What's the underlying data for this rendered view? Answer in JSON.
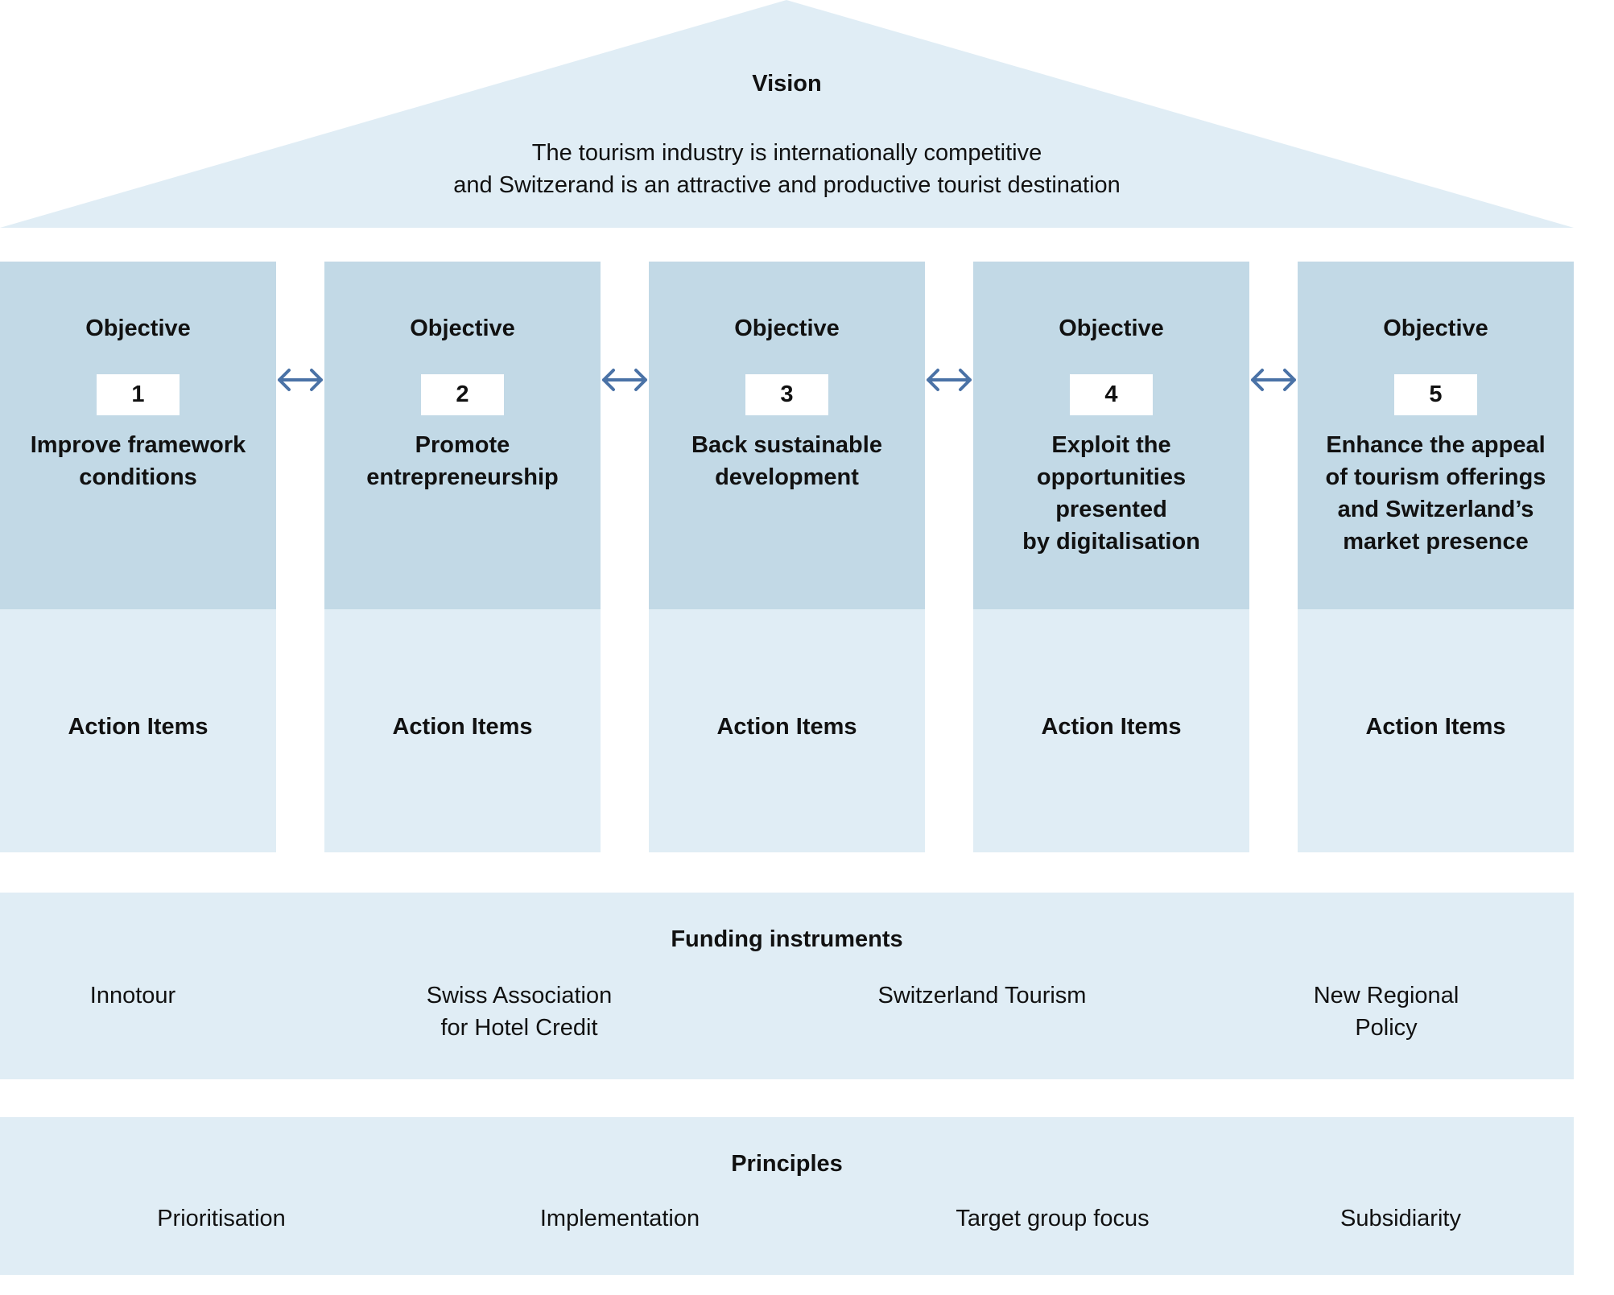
{
  "vision": {
    "title": "Vision",
    "lines": [
      "The tourism industry is internationally competitive",
      "and Switzerand is an attractive and productive tourist destination"
    ]
  },
  "objectives": [
    {
      "label": "Objective",
      "number": "1",
      "lines": [
        "Improve framework",
        "conditions"
      ],
      "action": "Action Items"
    },
    {
      "label": "Objective",
      "number": "2",
      "lines": [
        "Promote",
        "entrepreneurship"
      ],
      "action": "Action Items"
    },
    {
      "label": "Objective",
      "number": "3",
      "lines": [
        "Back sustainable",
        "development"
      ],
      "action": "Action Items"
    },
    {
      "label": "Objective",
      "number": "4",
      "lines": [
        "Exploit the",
        "opportunities",
        "presented",
        "by digitalisation"
      ],
      "action": "Action Items"
    },
    {
      "label": "Objective",
      "number": "5",
      "lines": [
        "Enhance the appeal",
        "of tourism offerings",
        "and Switzerland’s",
        "market presence"
      ],
      "action": "Action Items"
    }
  ],
  "funding": {
    "title": "Funding instruments",
    "items": [
      {
        "lines": [
          "Innotour"
        ]
      },
      {
        "lines": [
          "Swiss Association",
          "for Hotel Credit"
        ]
      },
      {
        "lines": [
          "Switzerland Tourism"
        ]
      },
      {
        "lines": [
          "New Regional",
          "Policy"
        ]
      }
    ]
  },
  "principles": {
    "title": "Principles",
    "items": [
      "Prioritisation",
      "Implementation",
      "Target group focus",
      "Subsidiarity"
    ]
  },
  "colors": {
    "roof": "#e0edf5",
    "objective_fill": "#c2d9e6",
    "action_fill": "#e0edf5",
    "band_fill": "#e0edf5",
    "arrow": "#4a72a6"
  }
}
